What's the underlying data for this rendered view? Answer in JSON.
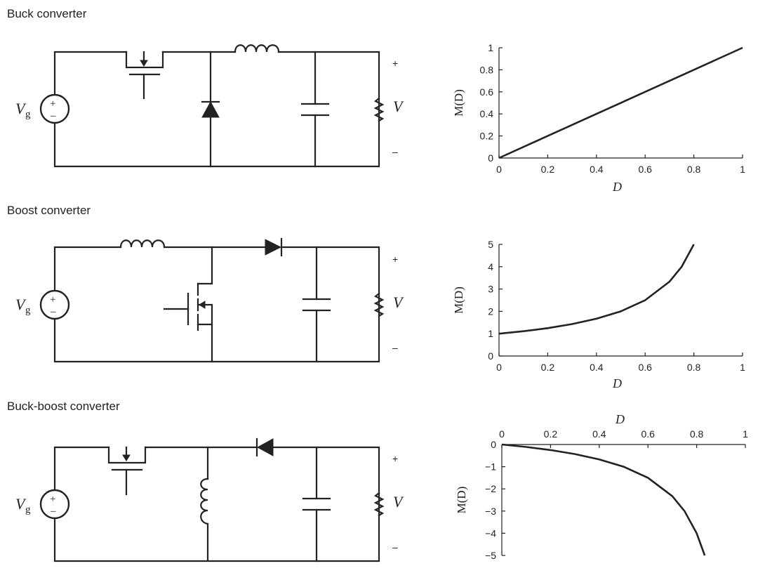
{
  "titles": {
    "buck": "Buck converter",
    "boost": "Boost converter",
    "buckboost": "Buck-boost converter"
  },
  "circuit_labels": {
    "source": "V",
    "source_sub": "g",
    "output": "V",
    "plus": "+",
    "minus": "–",
    "src_plus": "+",
    "src_minus": "–"
  },
  "chart_data": [
    {
      "type": "line",
      "xlabel": "D",
      "ylabel": "M(D)",
      "xlim": [
        0,
        1
      ],
      "ylim": [
        0,
        1
      ],
      "xticks": [
        "0",
        "0.2",
        "0.4",
        "0.6",
        "0.8",
        "1"
      ],
      "yticks": [
        "0",
        "0.2",
        "0.4",
        "0.6",
        "0.8",
        "1"
      ],
      "x": [
        0,
        0.2,
        0.4,
        0.6,
        0.8,
        1.0
      ],
      "y": [
        0,
        0.2,
        0.4,
        0.6,
        0.8,
        1.0
      ]
    },
    {
      "type": "line",
      "xlabel": "D",
      "ylabel": "M(D)",
      "xlim": [
        0,
        1
      ],
      "ylim": [
        0,
        5
      ],
      "xticks": [
        "0",
        "0.2",
        "0.4",
        "0.6",
        "0.8",
        "1"
      ],
      "yticks": [
        "0",
        "1",
        "2",
        "3",
        "4",
        "5"
      ],
      "x": [
        0,
        0.1,
        0.2,
        0.3,
        0.4,
        0.5,
        0.6,
        0.7,
        0.75,
        0.8
      ],
      "y": [
        1,
        1.11,
        1.25,
        1.43,
        1.67,
        2.0,
        2.5,
        3.33,
        4.0,
        5.0
      ]
    },
    {
      "type": "line",
      "xlabel": "D",
      "ylabel": "M(D)",
      "xlim": [
        0,
        1
      ],
      "ylim": [
        -5,
        0
      ],
      "xticks": [
        "0",
        "0.2",
        "0.4",
        "0.6",
        "0.8",
        "1"
      ],
      "yticks": [
        "0",
        "−1",
        "−2",
        "−3",
        "−4",
        "−5"
      ],
      "x": [
        0,
        0.1,
        0.2,
        0.3,
        0.4,
        0.5,
        0.6,
        0.7,
        0.75,
        0.8,
        0.833
      ],
      "y": [
        0,
        -0.11,
        -0.25,
        -0.43,
        -0.67,
        -1.0,
        -1.5,
        -2.33,
        -3.0,
        -4.0,
        -5.0
      ]
    }
  ]
}
